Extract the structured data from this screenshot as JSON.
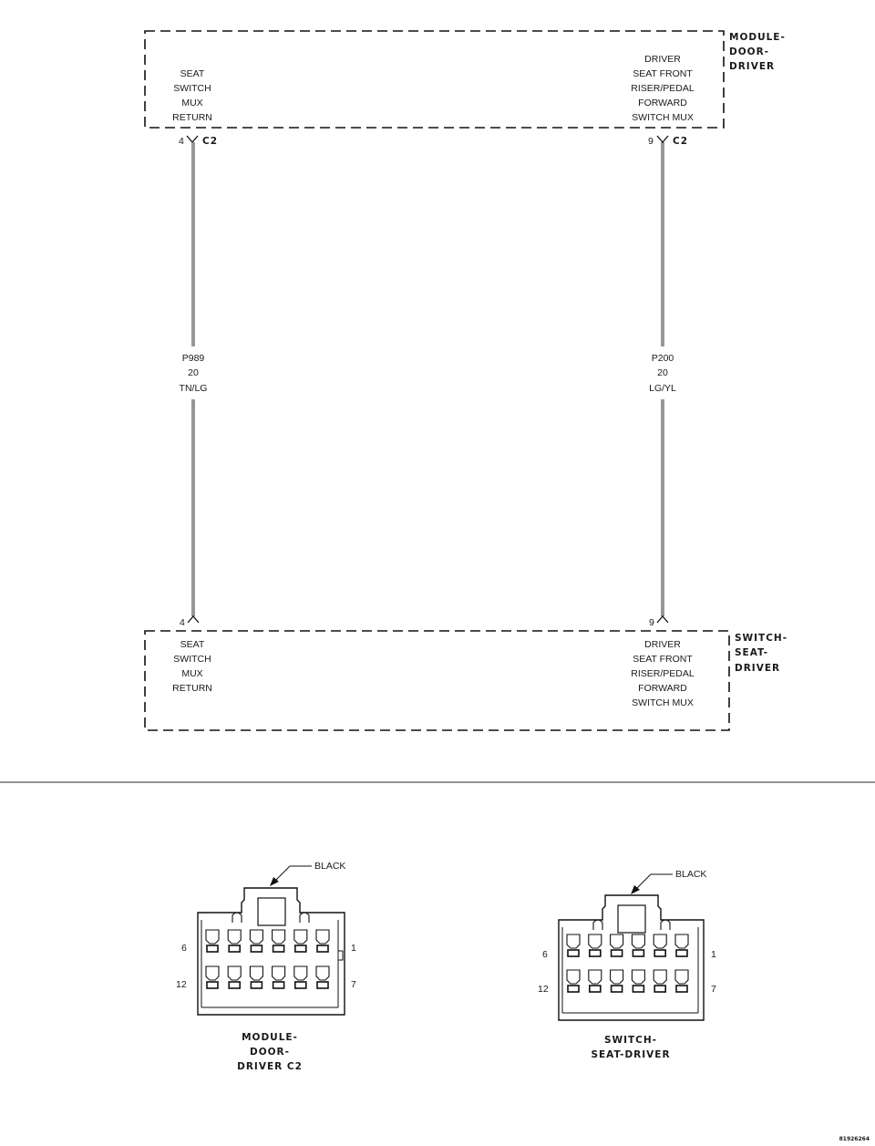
{
  "top_module": {
    "title_lines": [
      "MODULE-",
      "DOOR-",
      "DRIVER"
    ],
    "left_function": [
      "SEAT",
      "SWITCH",
      "MUX",
      "RETURN"
    ],
    "right_function": [
      "DRIVER",
      "SEAT FRONT",
      "RISER/PEDAL",
      "FORWARD",
      "SWITCH MUX"
    ],
    "left_pin": "4",
    "right_pin": "9",
    "connector": "C2"
  },
  "wires": [
    {
      "circuit": "P989",
      "gauge": "20",
      "color": "TN/LG"
    },
    {
      "circuit": "P200",
      "gauge": "20",
      "color": "LG/YL"
    }
  ],
  "bottom_module": {
    "title_lines": [
      "SWITCH-",
      "SEAT-",
      "DRIVER"
    ],
    "left_function": [
      "SEAT",
      "SWITCH",
      "MUX",
      "RETURN"
    ],
    "right_function": [
      "DRIVER",
      "SEAT FRONT",
      "RISER/PEDAL",
      "FORWARD",
      "SWITCH MUX"
    ],
    "left_pin": "4",
    "right_pin": "9"
  },
  "connector_views": [
    {
      "color_label": "BLACK",
      "caption_lines": [
        "MODULE-",
        "DOOR-",
        "DRIVER C2"
      ],
      "pin_labels": {
        "top_left": "6",
        "top_right": "1",
        "bottom_left": "12",
        "bottom_right": "7"
      }
    },
    {
      "color_label": "BLACK",
      "caption_lines": [
        "SWITCH-",
        "SEAT-DRIVER"
      ],
      "pin_labels": {
        "top_left": "6",
        "top_right": "1",
        "bottom_left": "12",
        "bottom_right": "7"
      }
    }
  ],
  "figure_id": "81926264"
}
